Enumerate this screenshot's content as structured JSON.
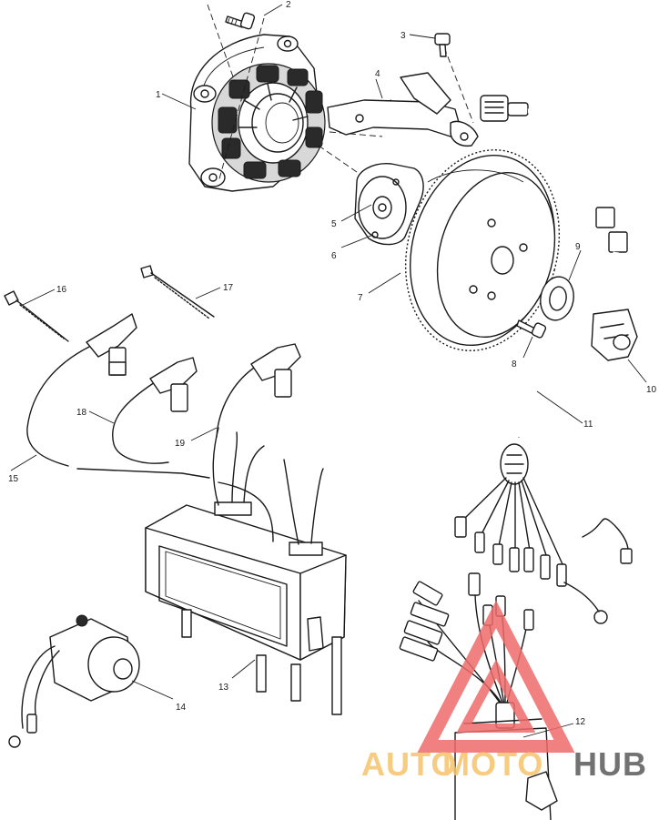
{
  "callouts": [
    "1",
    "2",
    "3",
    "4",
    "5",
    "6",
    "7",
    "8",
    "9",
    "10",
    "11",
    "12",
    "13",
    "14",
    "15",
    "16",
    "17",
    "18",
    "19"
  ],
  "watermark": {
    "parts": [
      "AUTO",
      "MOTO",
      "HUB"
    ],
    "colors": {
      "auto": "#f6c26b",
      "moto": "#f6c26b",
      "hub": "#5a5a5a",
      "triangle": "#ef6a6a"
    }
  }
}
